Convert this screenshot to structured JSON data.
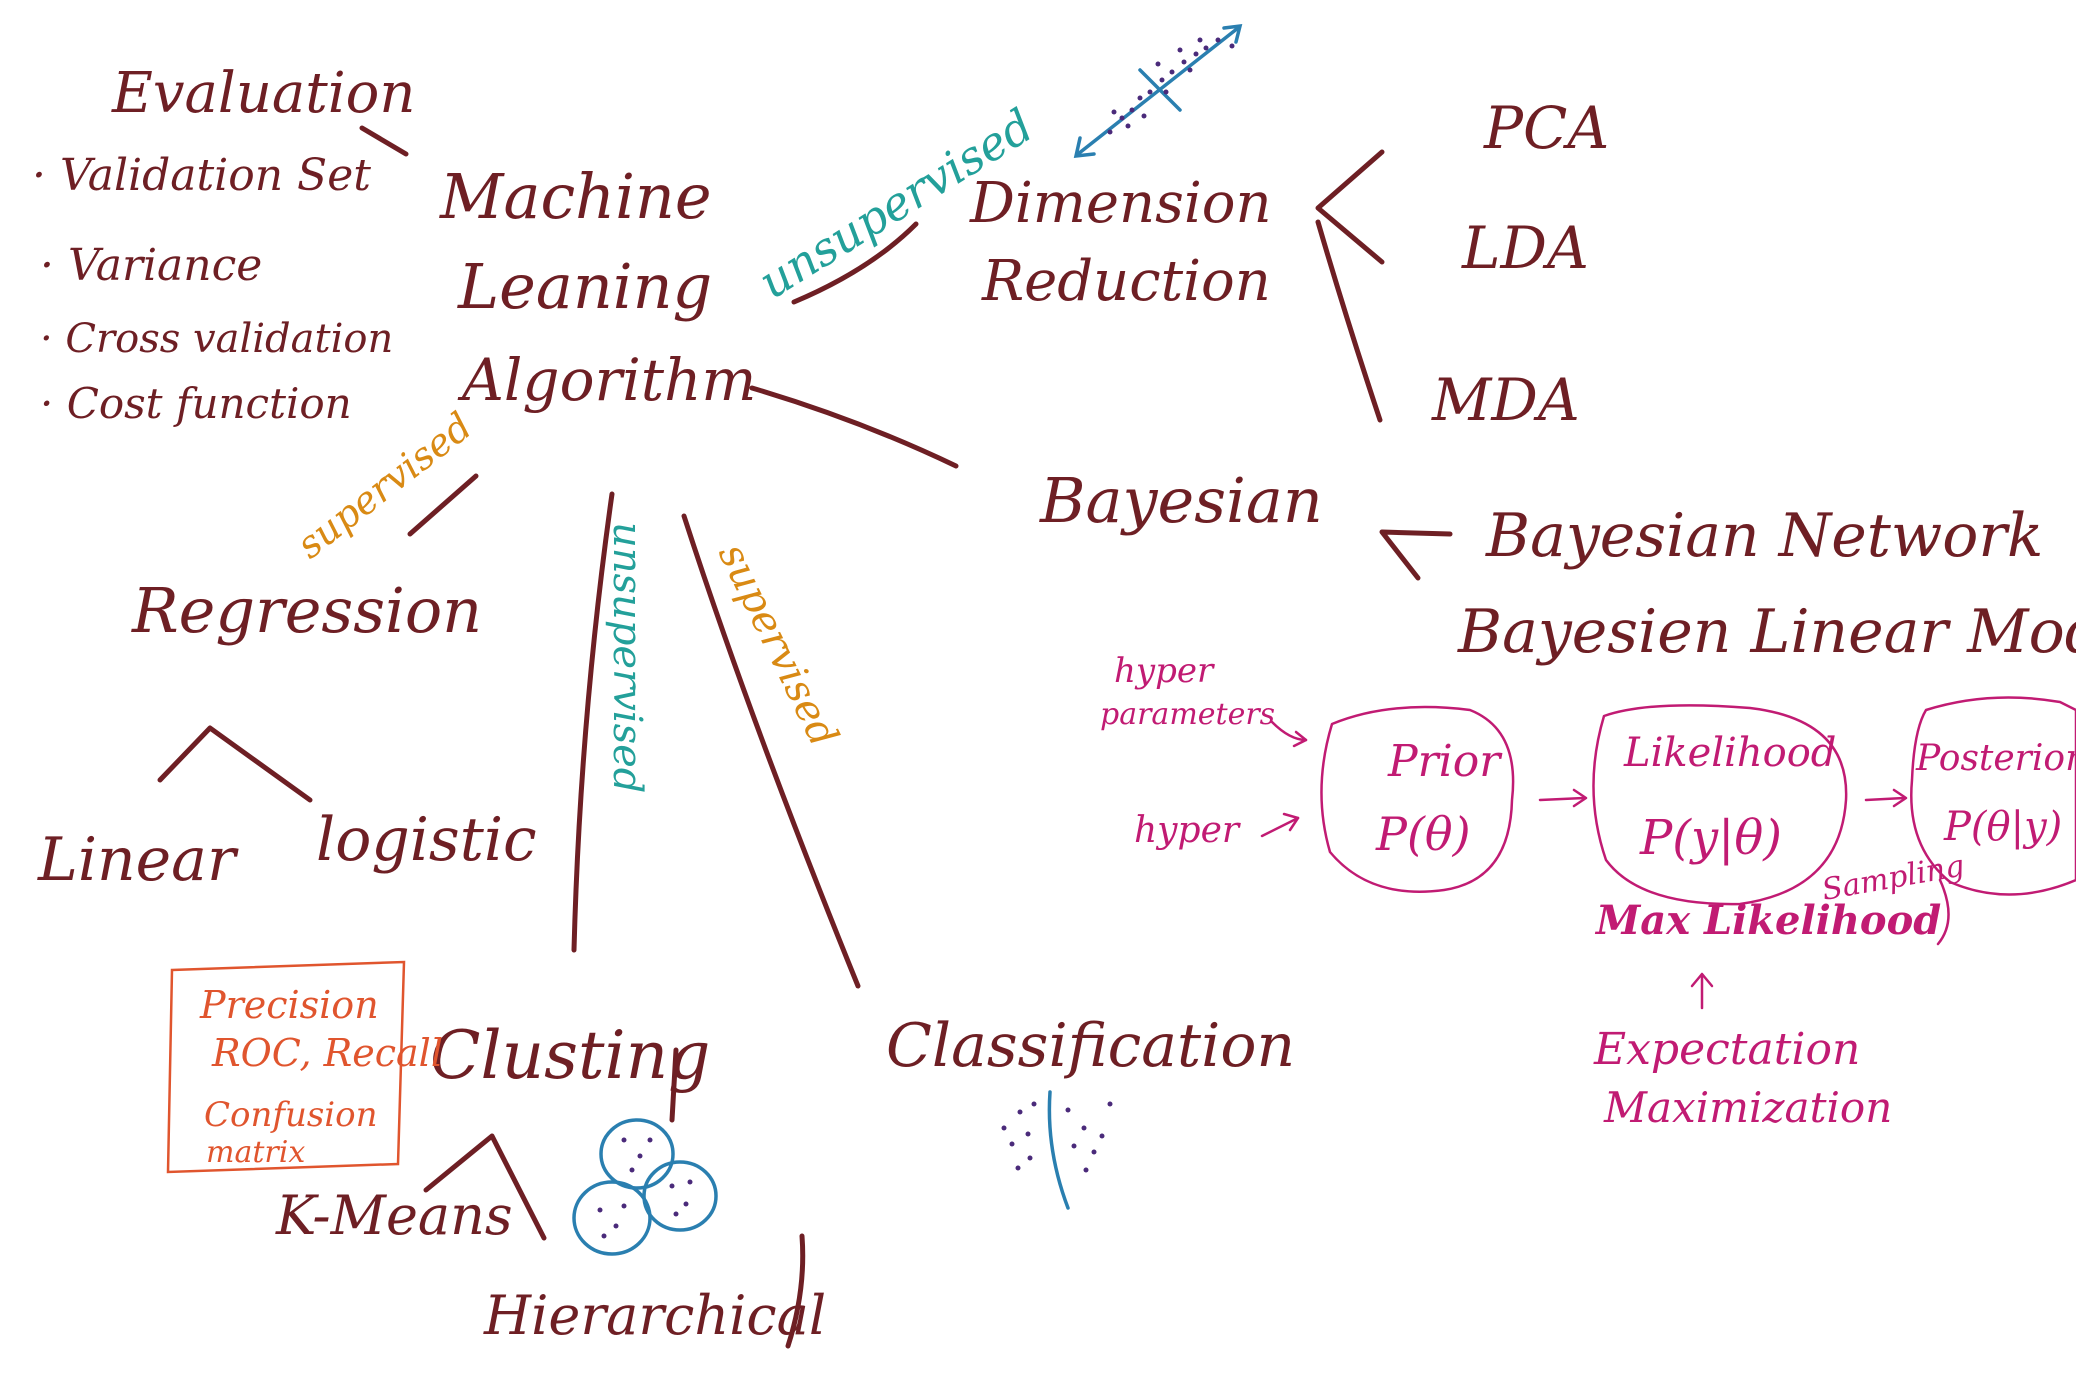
{
  "colors": {
    "ink_dark": "#6e1f24",
    "ink_magenta": "#c11b73",
    "ink_teal": "#23a09a",
    "ink_orange": "#d98a14",
    "ink_red_orange": "#e0552e",
    "ink_blue": "#2a7fb0"
  },
  "center": {
    "line1": "Machine",
    "line2": "Leaning",
    "line3": "Algorithm"
  },
  "evaluation": {
    "title": "Evaluation",
    "items": [
      "· Validation Set",
      "· Variance",
      "· Cross validation",
      "· Cost function"
    ]
  },
  "edges": {
    "unsupervised_dim": "unsupervised",
    "supervised_reg": "supervised",
    "unsupervised_clu": "unsupervised",
    "supervised_cls": "supervised"
  },
  "dimension": {
    "line1": "Dimension",
    "line2": "Reduction",
    "methods": [
      "PCA",
      "LDA",
      "MDA"
    ]
  },
  "bayesian": {
    "title": "Bayesian",
    "models": [
      "Bayesian Network",
      "Bayesien Linear Model"
    ],
    "hyper1_line1": "hyper",
    "hyper1_line2": "parameters",
    "hyper2": "hyper",
    "prior_label": "Prior",
    "prior_formula": "P(θ)",
    "likelihood_label": "Likelihood",
    "likelihood_formula": "P(y|θ)",
    "posterior_label": "Posterior",
    "posterior_formula": "P(θ|y)",
    "sampling": "Sampling",
    "max_likelihood": "Max Likelihood",
    "em_line1": "Expectation",
    "em_line2": "Maximization"
  },
  "regression": {
    "title": "Regression",
    "children": [
      "Linear",
      "logistic"
    ]
  },
  "clustering": {
    "title": "Clusting",
    "children": [
      "K-Means",
      "Hierarchical"
    ]
  },
  "classification": {
    "title": "Classification"
  },
  "metrics_box": {
    "line1": "Precision",
    "line2": "ROC, Recall",
    "line3": "Confusion",
    "line4": "matrix"
  }
}
